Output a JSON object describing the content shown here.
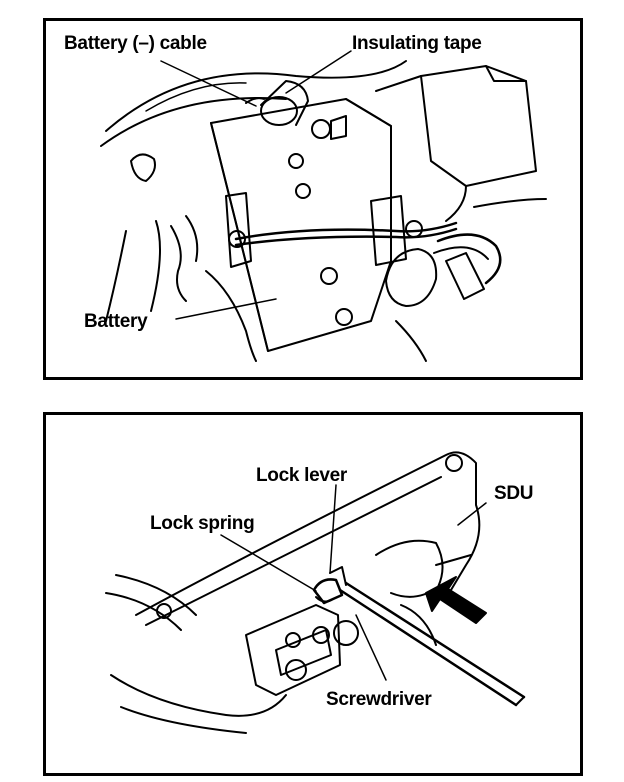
{
  "figure_top": {
    "labels": {
      "battery_neg_cable": "Battery (–) cable",
      "insulating_tape": "Insulating tape",
      "battery": "Battery"
    }
  },
  "figure_bottom": {
    "labels": {
      "lock_lever": "Lock lever",
      "lock_spring": "Lock spring",
      "sdu": "SDU",
      "screwdriver": "Screwdriver"
    }
  }
}
